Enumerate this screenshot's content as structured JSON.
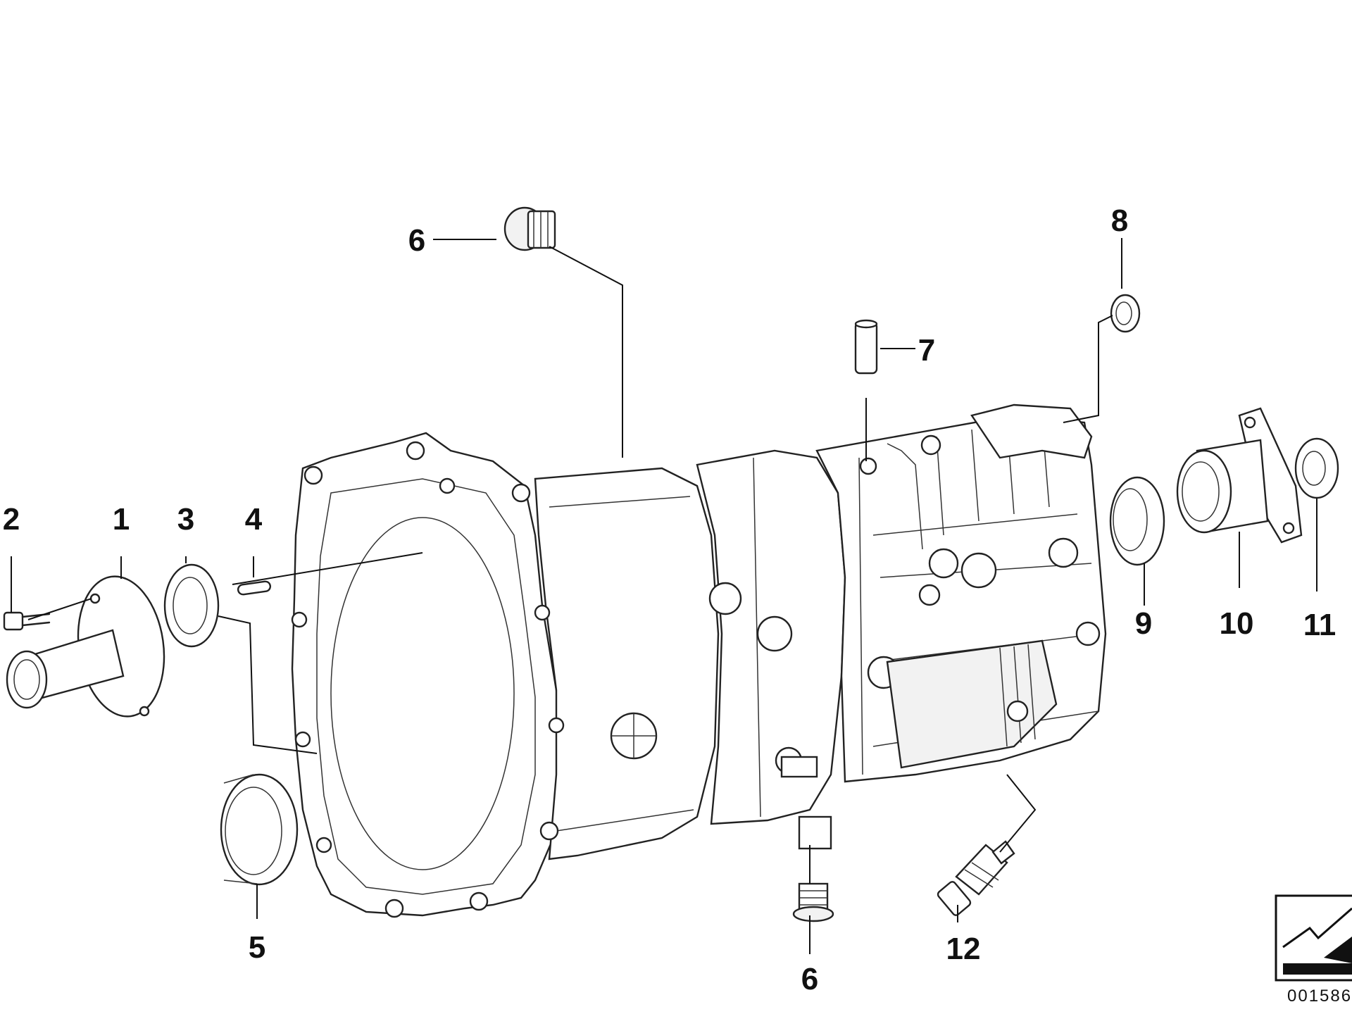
{
  "diagram": {
    "labels": {
      "p1": "1",
      "p2": "2",
      "p3": "3",
      "p4": "4",
      "p5": "5",
      "p6_top": "6",
      "p6_bottom": "6",
      "p7": "7",
      "p8": "8",
      "p9": "9",
      "p10": "10",
      "p11": "11",
      "p12": "12"
    },
    "diagram_code": "001586"
  }
}
